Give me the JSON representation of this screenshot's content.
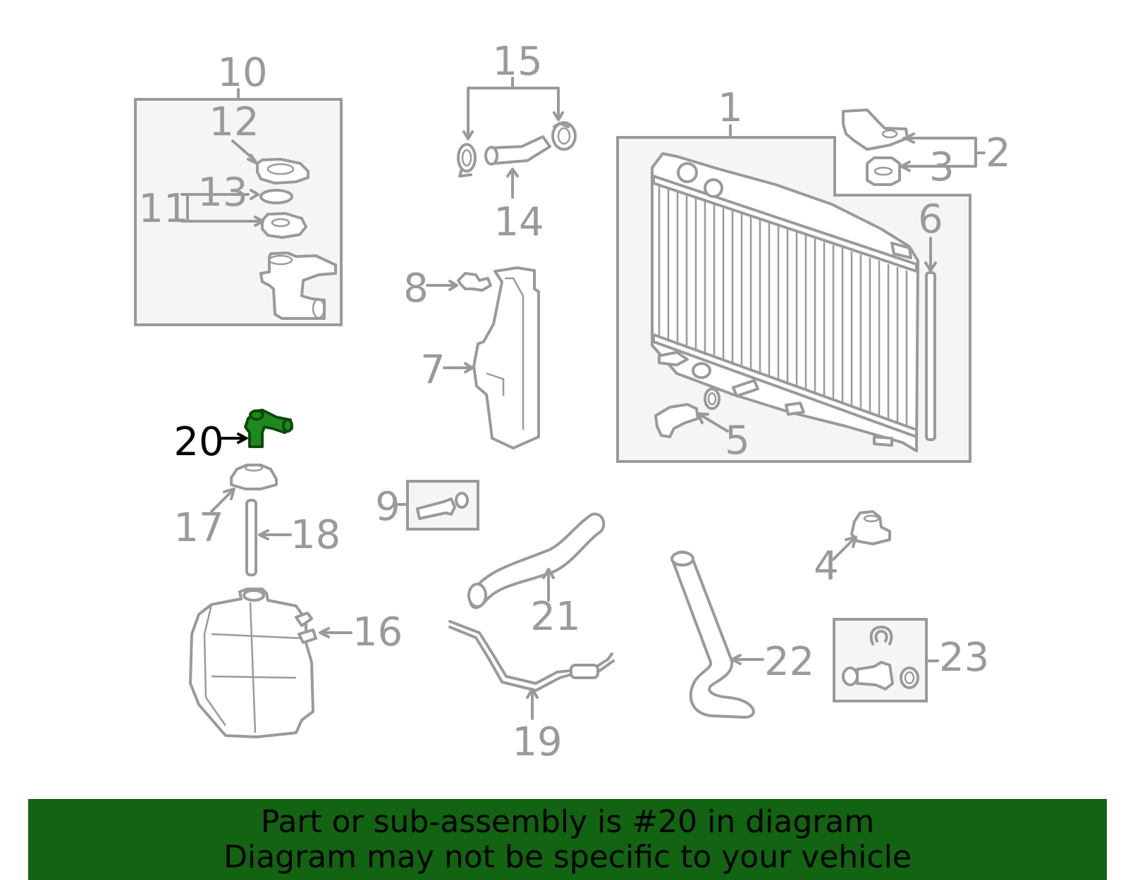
{
  "diagram": {
    "callouts": {
      "c1": "1",
      "c2": "2",
      "c3": "3",
      "c4": "4",
      "c5": "5",
      "c6": "6",
      "c7": "7",
      "c8": "8",
      "c9": "9",
      "c10": "10",
      "c11": "11",
      "c12": "12",
      "c13": "13",
      "c14": "14",
      "c15": "15",
      "c16": "16",
      "c17": "17",
      "c18": "18",
      "c19": "19",
      "c20": "20",
      "c21": "21",
      "c22": "22",
      "c23": "23"
    },
    "highlighted_part": "20",
    "colors": {
      "outline": "#9a9a9a",
      "box_fill": "#f5f5f5",
      "highlight": "#1e8a1e",
      "banner": "#126312"
    }
  },
  "banner": {
    "line1": "Part or sub-assembly is #20 in diagram",
    "line2": "Diagram may not be specific to your vehicle"
  }
}
